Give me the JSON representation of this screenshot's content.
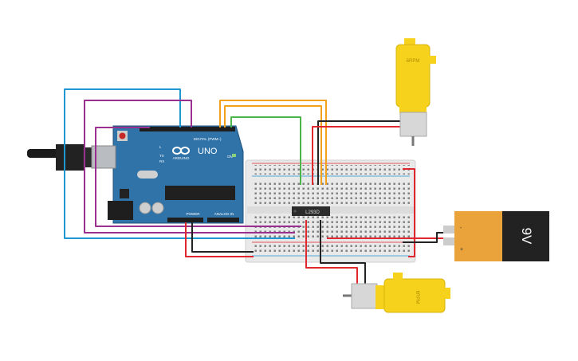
{
  "arduino": {
    "model": "UNO",
    "brand": "ARDUINO",
    "digital_header": "DIGITAL (PWM~)",
    "power_header": "POWER",
    "analog_header": "ANALOG IN",
    "tx_label": "TX",
    "rx_label": "RX",
    "l_label": "L",
    "on_label": "ON"
  },
  "driver_ic": {
    "label": "L293D"
  },
  "motor_top": {
    "label": "6RPM"
  },
  "motor_bottom": {
    "label": "6RPM"
  },
  "battery": {
    "label": "9V",
    "plus": "+",
    "minus": "-"
  },
  "colors": {
    "arduino_board": "#2f73a9",
    "breadboard": "#e9e9e9",
    "motor_yellow": "#f6d21d",
    "battery_orange": "#e9a33a",
    "battery_black": "#222222",
    "wire_red": "#e0262e",
    "wire_black": "#222222",
    "wire_blue": "#1f97d3",
    "wire_purple": "#9b2f8f",
    "wire_orange": "#f2a11a",
    "wire_green": "#4bb54a"
  },
  "icons": [
    "arduino-infinity-logo",
    "usb-connector-icon",
    "dc-jack-icon"
  ]
}
